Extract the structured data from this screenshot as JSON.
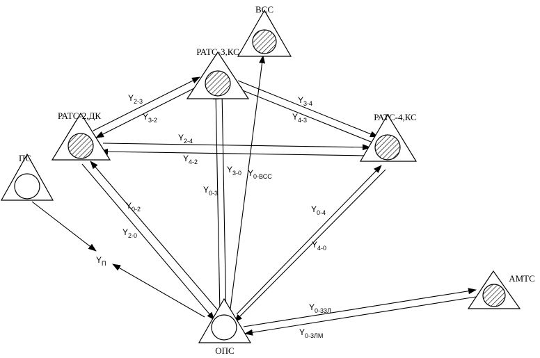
{
  "nodes": {
    "vss": {
      "label": "ВСС",
      "hatched": true
    },
    "rats3": {
      "label": "РАТС-3,КС",
      "hatched": true
    },
    "rats2": {
      "label": "РАТС-2,ДК",
      "hatched": true
    },
    "rats4": {
      "label": "РАТС-4,КС",
      "hatched": true
    },
    "ps": {
      "label": "ПС",
      "hatched": false
    },
    "ops": {
      "label": "ОПС",
      "hatched": false
    },
    "amts": {
      "label": "АМТС",
      "hatched": true
    }
  },
  "edges": {
    "y23": {
      "main": "Y",
      "sub": "2-3"
    },
    "y32": {
      "main": "Y",
      "sub": "3-2"
    },
    "y34": {
      "main": "Y",
      "sub": "3-4"
    },
    "y43": {
      "main": "Y",
      "sub": "4-3"
    },
    "y24": {
      "main": "Y",
      "sub": "2-4"
    },
    "y42": {
      "main": "Y",
      "sub": "4-2"
    },
    "y02": {
      "main": "Y",
      "sub": "0-2"
    },
    "y20": {
      "main": "Y",
      "sub": "2-0"
    },
    "y03": {
      "main": "Y",
      "sub": "0-3"
    },
    "y30": {
      "main": "Y",
      "sub": "3-0"
    },
    "y0vss": {
      "main": "Y",
      "sub": "0-ВСС"
    },
    "y04": {
      "main": "Y",
      "sub": "0-4"
    },
    "y40": {
      "main": "Y",
      "sub": "4-0"
    },
    "yp": {
      "main": "Y",
      "sub": "П"
    },
    "y033l": {
      "main": "Y",
      "sub": "0-33Л"
    },
    "y03lm": {
      "main": "Y",
      "sub": "0-3ЛМ"
    }
  }
}
